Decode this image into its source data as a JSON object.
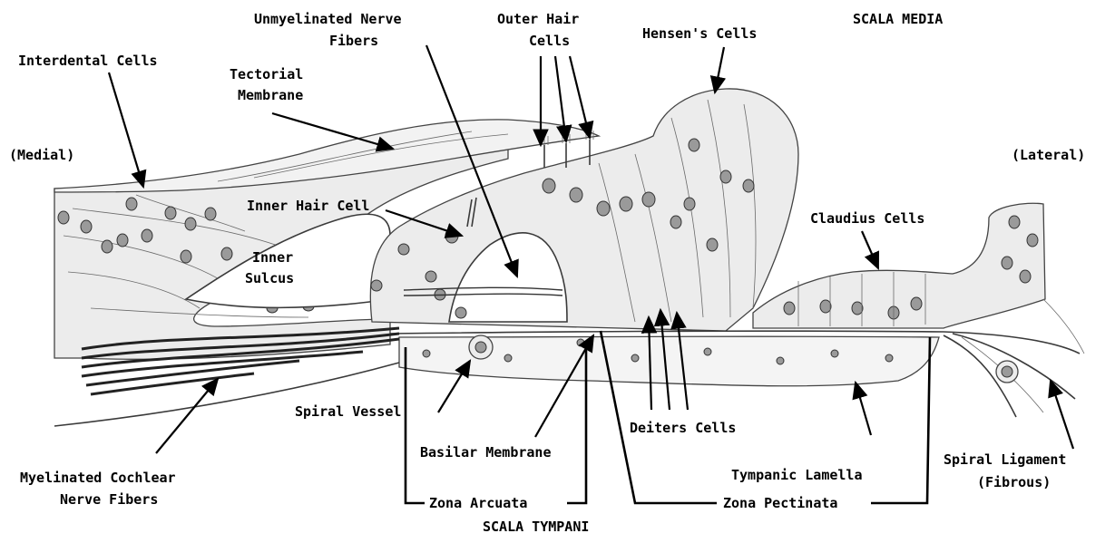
{
  "regions": {
    "scala_media": "SCALA MEDIA",
    "scala_tympani": "SCALA TYMPANI",
    "medial": "(Medial)",
    "lateral": "(Lateral)"
  },
  "labels": {
    "unmyelinated_1": "Unmyelinated Nerve",
    "unmyelinated_2": "Fibers",
    "outer_hair_1": "Outer Hair",
    "outer_hair_2": "Cells",
    "hensens": "Hensen's Cells",
    "interdental": "Interdental Cells",
    "tectorial_1": "Tectorial",
    "tectorial_2": "Membrane",
    "inner_hair": "Inner Hair Cell",
    "inner_sulcus_1": "Inner",
    "inner_sulcus_2": "Sulcus",
    "claudius": "Claudius Cells",
    "spiral_vessel": "Spiral Vessel",
    "deiters": "Deiters Cells",
    "basilar": "Basilar Membrane",
    "myelinated_1": "Myelinated Cochlear",
    "myelinated_2": "Nerve Fibers",
    "tympanic_lamella": "Tympanic Lamella",
    "spiral_ligament_1": "Spiral Ligament",
    "spiral_ligament_2": "(Fibrous)",
    "zona_arcuata": "Zona Arcuata",
    "zona_pectinata": "Zona Pectinata"
  }
}
